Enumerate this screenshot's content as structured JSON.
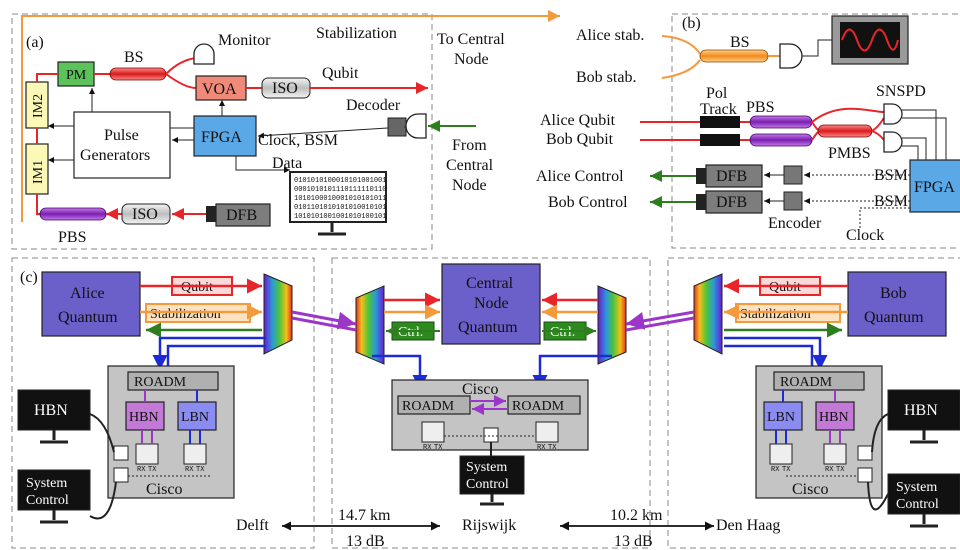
{
  "panel_a": {
    "label": "(a)",
    "stabilization": "Stabilization",
    "to_central": [
      "To Central",
      "Node"
    ],
    "monitor": "Monitor",
    "bs": "BS",
    "pm": "PM",
    "im2": "IM2",
    "im1": "IM1",
    "pulse_gen": [
      "Pulse",
      "Generators"
    ],
    "voa": "VOA",
    "iso_top": "ISO",
    "qubit": "Qubit",
    "decoder": "Decoder",
    "fpga": "FPGA",
    "clock_bsm": "Clock, BSM",
    "from_central": [
      "From",
      "Central",
      "Node"
    ],
    "data": "Data",
    "pbs": "PBS",
    "iso_bottom": "ISO",
    "dfb": "DFB",
    "data_rows": [
      "0101010100010101001001",
      "0001010101110111110110",
      "1010100010001010101011",
      "0101101010101010010101",
      "1010101001001010100101"
    ]
  },
  "panel_b": {
    "label": "(b)",
    "alice_stab": "Alice stab.",
    "bob_stab": "Bob stab.",
    "bs": "BS",
    "pol_track": [
      "Pol",
      "Track"
    ],
    "pbs": "PBS",
    "snspd": "SNSPD",
    "alice_qubit": "Alice Qubit",
    "bob_qubit": "Bob Qubit",
    "pmbs": "PMBS",
    "alice_control": "Alice Control",
    "bob_control": "Bob Control",
    "dfb1": "DFB",
    "dfb2": "DFB",
    "bsm1": "BSM",
    "bsm2": "BSM",
    "fpga": "FPGA",
    "encoder": "Encoder",
    "clock": "Clock"
  },
  "panel_c": {
    "label": "(c)",
    "alice": [
      "Alice",
      "Quantum"
    ],
    "bob": [
      "Bob",
      "Quantum"
    ],
    "central": [
      "Central",
      "Node",
      "Quantum"
    ],
    "qubit_l": "Qubit",
    "stab_l": "Stabilization",
    "qubit_r": "Qubit",
    "stab_r": "Stabilization",
    "ctrl_l": "Ctrl.",
    "ctrl_r": "Ctrl.",
    "roadm": "ROADM",
    "hbn": "HBN",
    "lbn": "LBN",
    "cisco": "Cisco",
    "system_control": [
      "System",
      "Control"
    ],
    "rx": "RX",
    "tx": "TX",
    "delft": "Delft",
    "rijswijk": "Rijswijk",
    "den_haag": "Den Haag",
    "dist1": "14.7 km",
    "loss1": "13 dB",
    "dist2": "10.2 km",
    "loss2": "13 dB"
  },
  "colors": {
    "qubit_red": "#e8262a",
    "stab_orange": "#f39a3c",
    "control_green": "#2e7d1e",
    "classical_blue": "#1d2bd6",
    "node_purple": "#6b5fc9",
    "cisco_grey": "#c4c4c4",
    "fpga_blue": "#5aa8e6",
    "im_yellow": "#fbf8b8",
    "pm_green": "#5cc35a",
    "hbn_purple": "#c27ad6",
    "lbn_blue": "#8a8cf2",
    "ctrl_green": "#2d8a1f"
  },
  "icons": [
    "detector-icon",
    "monitor-screen-icon",
    "oscilloscope-icon",
    "fiber-coupler-icon",
    "wavelength-mux-icon",
    "rx-tx-port-icon"
  ]
}
